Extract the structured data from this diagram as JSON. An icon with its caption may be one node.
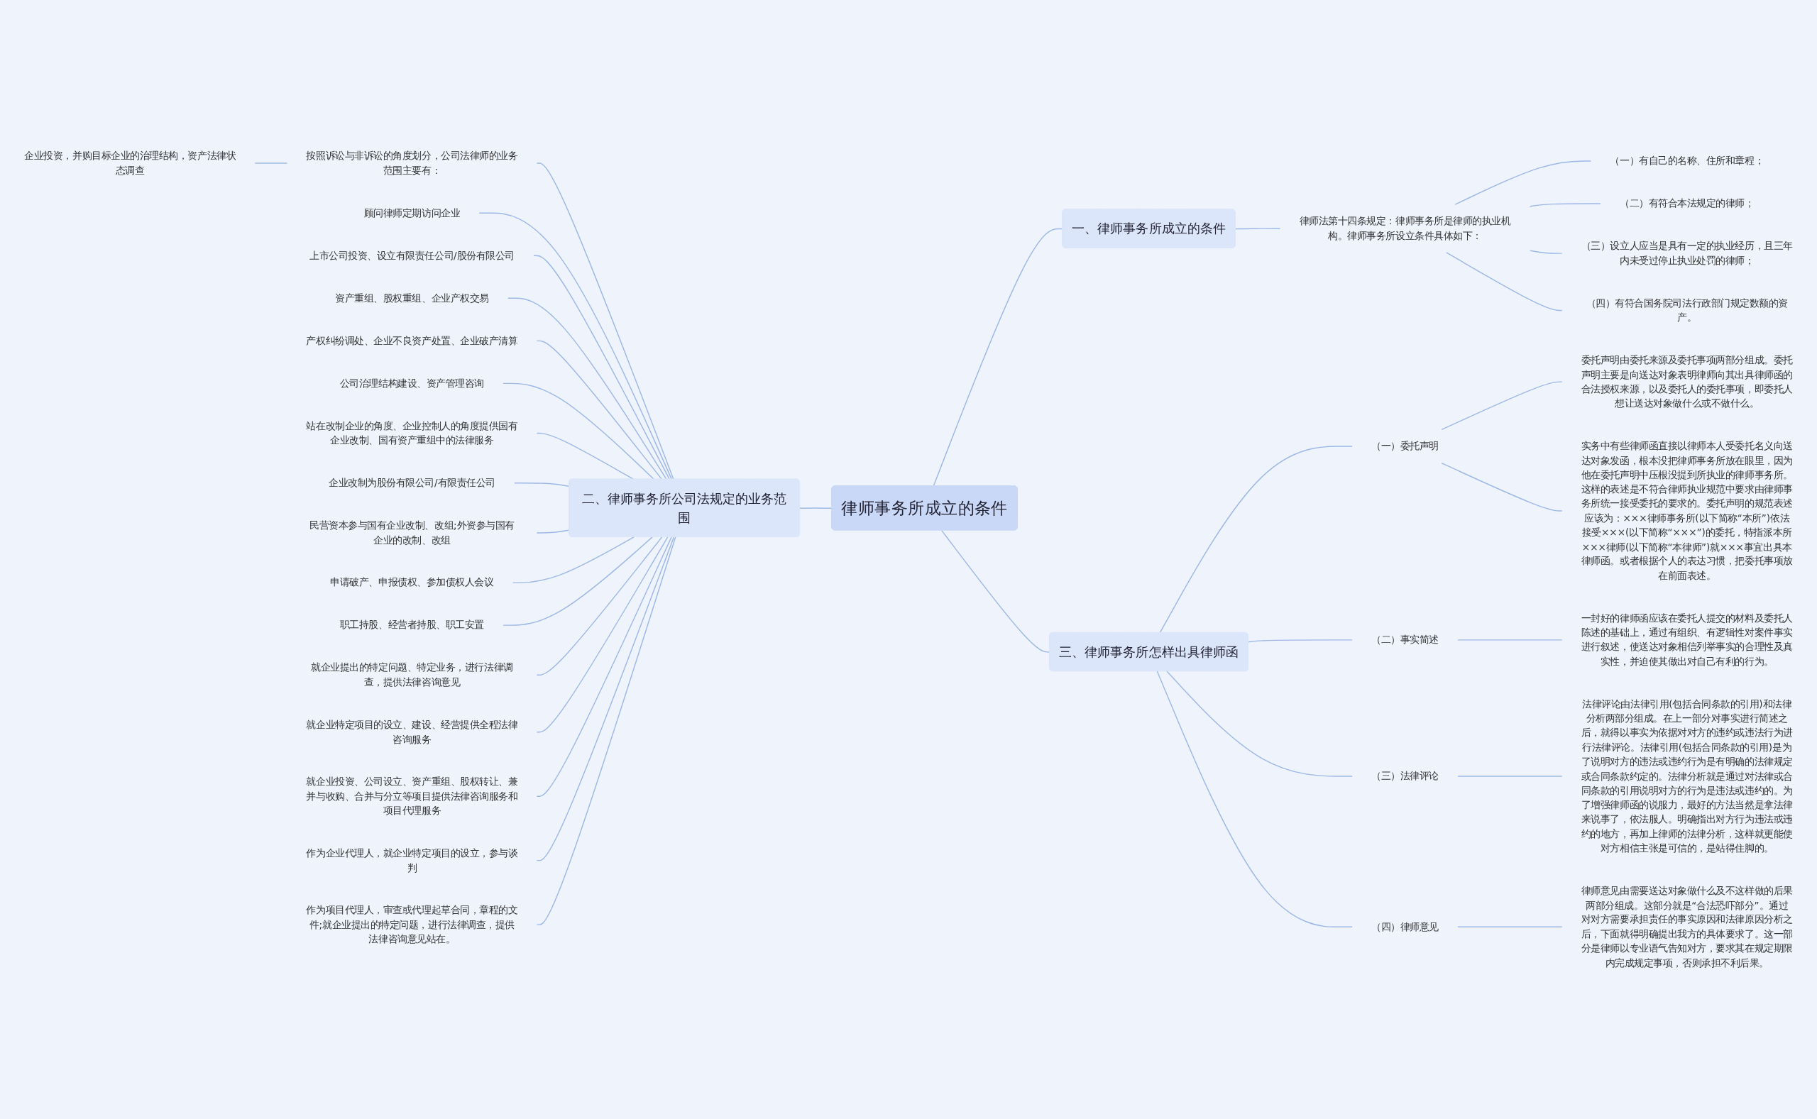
{
  "diagram": {
    "nodes": [
      {
        "text": [
          "律师事务所成立的条件"
        ]
      },
      {
        "text": [
          "一、律师事务所成立的条件"
        ]
      },
      {
        "text": [
          "律师法第十四条规定：律师事务所是律师的执业机构。律师事务所设立条件具体如下："
        ]
      },
      {
        "text": [
          "（一）有自己的名称、住所和章程；"
        ]
      },
      {
        "text": [
          "（二）有符合本法规定的律师；"
        ]
      },
      {
        "text": [
          "（三）设立人应当是具有一定的执业经历，且三年内未受过停止执业处罚的律师；"
        ]
      },
      {
        "text": [
          "（四）有符合国务院司法行政部门规定数额的资产。"
        ]
      },
      {
        "text": [
          "二、律师事务所公司法规定的业务范围"
        ]
      },
      {
        "text": [
          "按照诉讼与非诉讼的角度划分，公司法律师的业务范围主要有："
        ]
      },
      {
        "text": [
          "企业投资，并购目标企业的治理结构，资产法律状态调查"
        ]
      },
      {
        "text": [
          "顾问律师定期访问企业"
        ]
      },
      {
        "text": [
          "上市公司投资、设立有限责任公司/股份有限公司"
        ]
      },
      {
        "text": [
          "资产重组、股权重组、企业产权交易"
        ]
      },
      {
        "text": [
          "产权纠纷调处、企业不良资产处置、企业破产清算"
        ]
      },
      {
        "text": [
          "公司治理结构建设、资产管理咨询"
        ]
      },
      {
        "text": [
          "站在改制企业的角度、企业控制人的角度提供国有企业改制、国有资产重组中的法律服务"
        ]
      },
      {
        "text": [
          "企业改制为股份有限公司/有限责任公司"
        ]
      },
      {
        "text": [
          "民营资本参与国有企业改制、改组;外资参与国有企业的改制、改组"
        ]
      },
      {
        "text": [
          "申请破产、申报债权、参加债权人会议"
        ]
      },
      {
        "text": [
          "职工持股、经营者持股、职工安置"
        ]
      },
      {
        "text": [
          "就企业提出的特定问题、特定业务，进行法律调查，提供法律咨询意见"
        ]
      },
      {
        "text": [
          "就企业特定项目的设立、建设、经营提供全程法律咨询服务"
        ]
      },
      {
        "text": [
          "就企业投资、公司设立、资产重组、股权转让、兼并与收购、合并与分立等项目提供法律咨询服务和项目代理服务"
        ]
      },
      {
        "text": [
          "作为企业代理人，就企业特定项目的设立，参与谈判"
        ]
      },
      {
        "text": [
          "作为项目代理人，审查或代理起草合同，章程的文件;就企业提出的特定问题，进行法律调查，提供法律咨询意见站在。"
        ]
      },
      {
        "text": [
          "三、律师事务所怎样出具律师函"
        ]
      },
      {
        "text": [
          "（一）委托声明"
        ]
      },
      {
        "text": [
          "委托声明由委托来源及委托事项两部分组成。委托声明主要是向送达对象表明律师向其出具律师函的合法授权来源，以及委托人的委托事项，即委托人想让送达对象做什么或不做什么。"
        ]
      },
      {
        "text": [
          "实务中有些律师函直接以律师本人受委托名义向送达对象发函，根本没把律师事务所放在眼里，因为他在委托声明中压根没提到所执业的律师事务所。这样的表述是不符合律师执业规范中要求由律师事务所统一接受委托的要求的。委托声明的规范表述应该为：×××律师事务所(以下简称“本所”)依法接受×××(以下简称“×××”)的委托，特指派本所×××律师(以下简称“本律师”)就×××事宜出具本律师函。或者根据个人的表达习惯，把委托事项放在前面表述。"
        ]
      },
      {
        "text": [
          "（二）事实简述"
        ]
      },
      {
        "text": [
          "一封好的律师函应该在委托人提交的材料及委托人陈述的基础上，通过有组织、有逻辑性对案件事实进行叙述，使送达对象相信列举事实的合理性及真实性，并迫使其做出对自己有利的行为。"
        ]
      },
      {
        "text": [
          "（三）法律评论"
        ]
      },
      {
        "text": [
          "法律评论由法律引用(包括合同条款的引用)和法律分析两部分组成。在上一部分对事实进行简述之后，就得以事实为依据对对方的违约或违法行为进行法律评论。法律引用(包括合同条款的引用)是为了说明对方的违法或违约行为是有明确的法律规定或合同条款约定的。法律分析就是通过对法律或合同条款的引用说明对方的行为是违法或违约的。为了增强律师函的说服力，最好的方法当然是拿法律来说事了，依法服人。明确指出对方行为违法或违约的地方，再加上律师的法律分析，这样就更能使对方相信主张是可信的，是站得住脚的。"
        ]
      },
      {
        "text": [
          "（四）律师意见"
        ]
      },
      {
        "text": [
          "律师意见由需要送达对象做什么及不这样做的后果两部分组成。这部分就是“合法恐吓部分”。通过对对方需要承担责任的事实原因和法律原因分析之后，下面就得明确提出我方的具体要求了。这一部分是律师以专业语气告知对方，要求其在规定期限内完成规定事项，否则承担不利后果。"
        ]
      }
    ],
    "edges": [
      {
        "from": 0,
        "to": 1,
        "arrow": "none"
      },
      {
        "from": 1,
        "to": 2,
        "arrow": "none"
      },
      {
        "from": 2,
        "to": 3,
        "arrow": "none"
      },
      {
        "from": 2,
        "to": 4,
        "arrow": "none"
      },
      {
        "from": 2,
        "to": 5,
        "arrow": "none"
      },
      {
        "from": 2,
        "to": 6,
        "arrow": "none"
      },
      {
        "from": 7,
        "to": 0,
        "arrow": "none"
      },
      {
        "from": 8,
        "to": 7,
        "arrow": "none"
      },
      {
        "from": 9,
        "to": 8,
        "arrow": "none"
      },
      {
        "from": 10,
        "to": 7,
        "arrow": "none"
      },
      {
        "from": 11,
        "to": 7,
        "arrow": "none"
      },
      {
        "from": 12,
        "to": 7,
        "arrow": "none"
      },
      {
        "from": 13,
        "to": 7,
        "arrow": "none"
      },
      {
        "from": 14,
        "to": 7,
        "arrow": "none"
      },
      {
        "from": 15,
        "to": 7,
        "arrow": "none"
      },
      {
        "from": 16,
        "to": 7,
        "arrow": "none"
      },
      {
        "from": 17,
        "to": 7,
        "arrow": "none"
      },
      {
        "from": 18,
        "to": 7,
        "arrow": "none"
      },
      {
        "from": 19,
        "to": 7,
        "arrow": "none"
      },
      {
        "from": 20,
        "to": 7,
        "arrow": "none"
      },
      {
        "from": 21,
        "to": 7,
        "arrow": "none"
      },
      {
        "from": 22,
        "to": 7,
        "arrow": "none"
      },
      {
        "from": 23,
        "to": 7,
        "arrow": "none"
      },
      {
        "from": 24,
        "to": 7,
        "arrow": "none"
      },
      {
        "from": 0,
        "to": 25,
        "arrow": "none"
      },
      {
        "from": 25,
        "to": 26,
        "arrow": "none"
      },
      {
        "from": 26,
        "to": 27,
        "arrow": "none"
      },
      {
        "from": 26,
        "to": 28,
        "arrow": "none"
      },
      {
        "from": 25,
        "to": 29,
        "arrow": "none"
      },
      {
        "from": 29,
        "to": 30,
        "arrow": "none"
      },
      {
        "from": 25,
        "to": 31,
        "arrow": "none"
      },
      {
        "from": 31,
        "to": 32,
        "arrow": "none"
      },
      {
        "from": 25,
        "to": 33,
        "arrow": "none"
      },
      {
        "from": 33,
        "to": 34,
        "arrow": "none"
      }
    ]
  }
}
